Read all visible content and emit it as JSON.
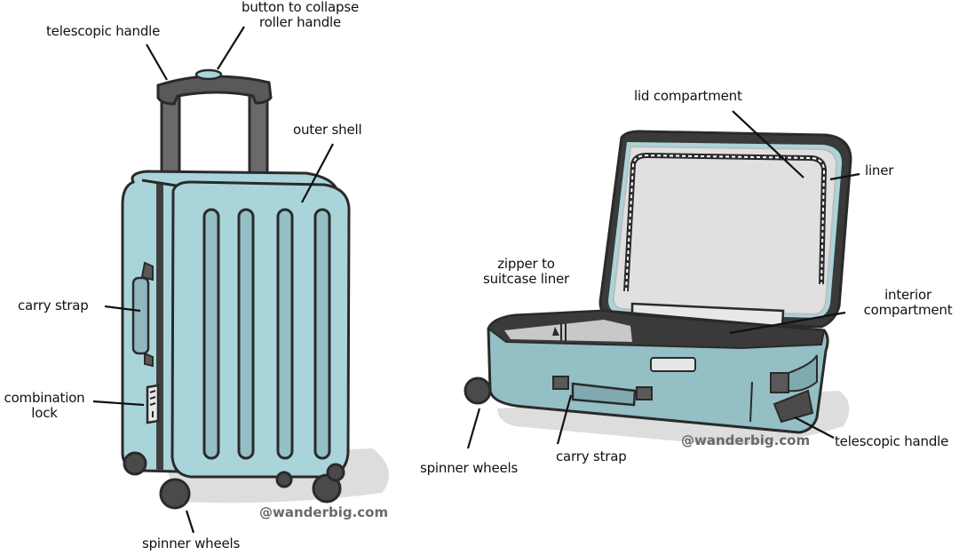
{
  "colors": {
    "shell": "#a9d5da",
    "shell_dark": "#8fb7bd",
    "shell_groove": "#94bfc4",
    "outline": "#2a2a2a",
    "handle": "#595959",
    "liner": "#e0e0e0",
    "shadow": "#dddddd",
    "watermark": "#6a6a6a"
  },
  "upright_suitcase": {
    "labels": {
      "telescopic_handle": "telescopic handle",
      "collapse_button_line1": "button to collapse",
      "collapse_button_line2": "roller handle",
      "outer_shell": "outer shell",
      "carry_strap": "carry strap",
      "combination_lock_line1": "combination",
      "combination_lock_line2": "lock",
      "spinner_wheels": "spinner wheels"
    },
    "watermark": "@wanderbig.com"
  },
  "open_suitcase": {
    "labels": {
      "lid_compartment": "lid compartment",
      "liner": "liner",
      "zipper_line1": "zipper to",
      "zipper_line2": "suitcase liner",
      "interior_compartment_line1": "interior",
      "interior_compartment_line2": "compartment",
      "spinner_wheels": "spinner wheels",
      "carry_strap": "carry strap",
      "telescopic_handle": "telescopic handle"
    },
    "watermark": "@wanderbig.com"
  }
}
